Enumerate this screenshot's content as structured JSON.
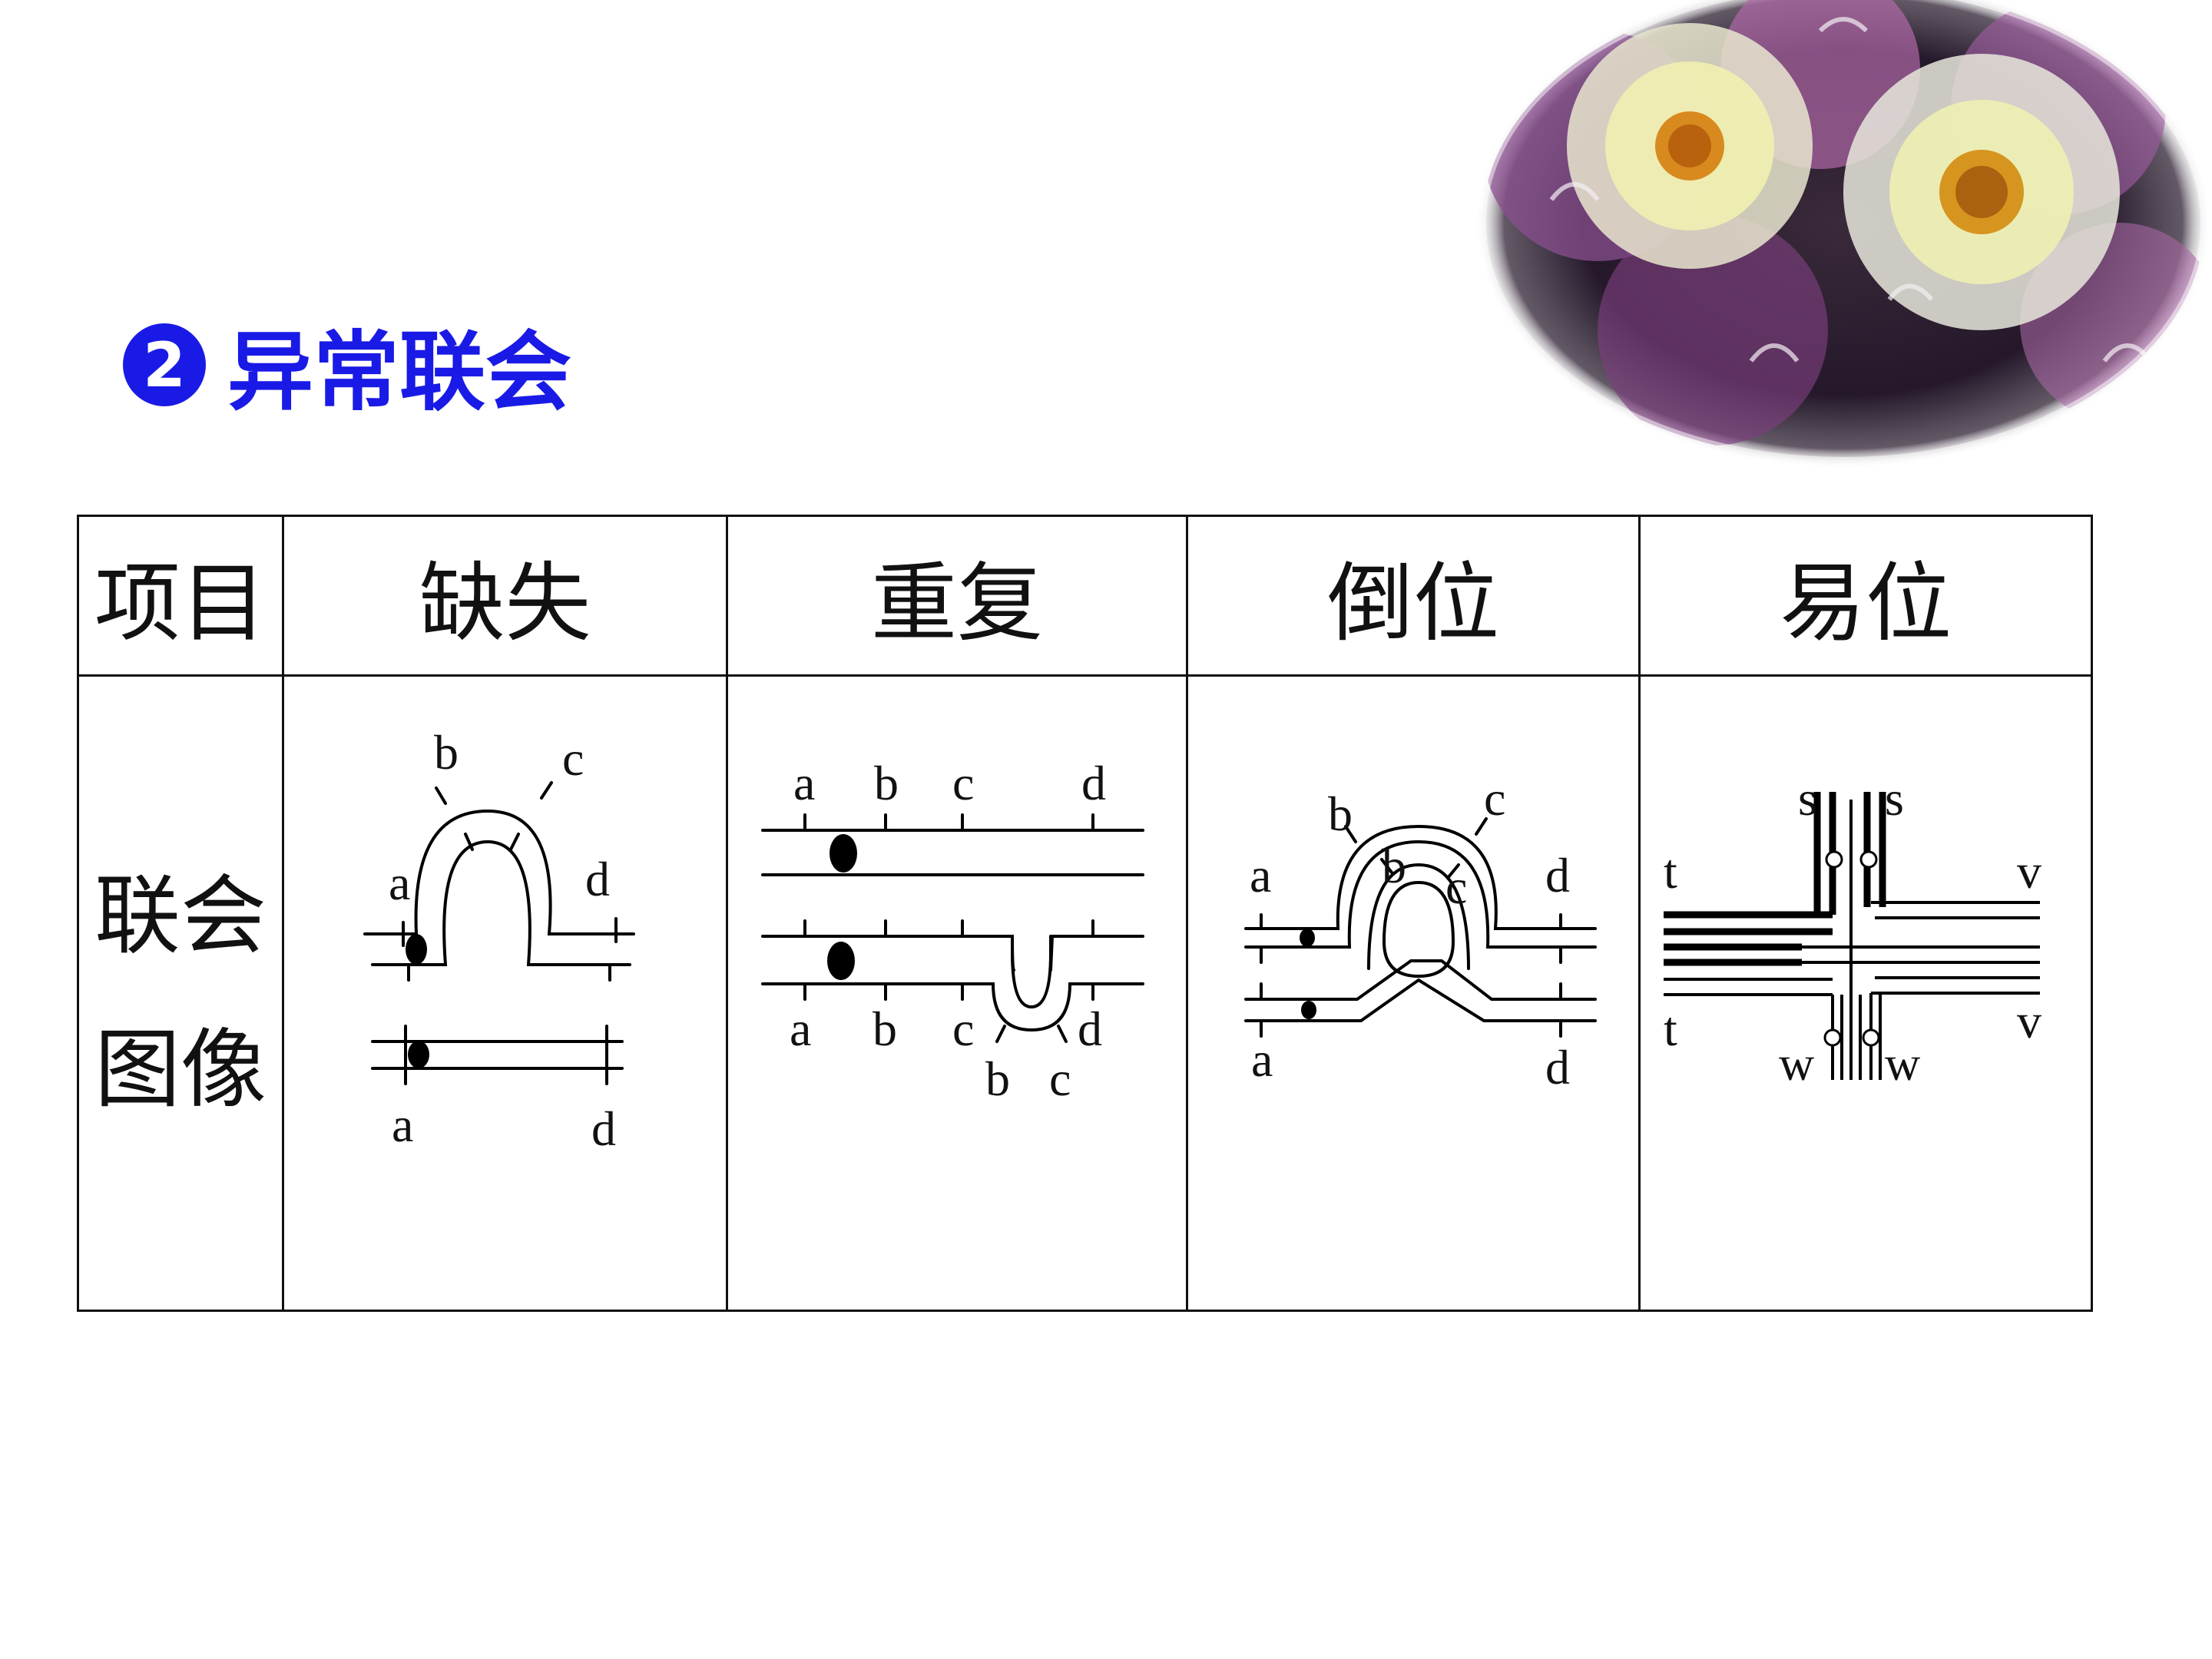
{
  "heading": {
    "number": "2",
    "text": "异常联会"
  },
  "table": {
    "header": [
      "项目",
      "缺失",
      "重复",
      "倒位",
      "易位"
    ],
    "row_label_line1": "联会",
    "row_label_line2": "图像"
  },
  "diagrams": {
    "deletion": {
      "labels": [
        "a",
        "b",
        "c",
        "d",
        "a",
        "d"
      ]
    },
    "duplication": {
      "labels": [
        "a",
        "b",
        "c",
        "d",
        "a",
        "b",
        "c",
        "d",
        "b",
        "c"
      ]
    },
    "inversion": {
      "labels": [
        "a",
        "b",
        "c",
        "b",
        "c",
        "d",
        "a",
        "d"
      ]
    },
    "translocation": {
      "labels": [
        "s",
        "s",
        "t",
        "v",
        "t",
        "v",
        "w",
        "w"
      ]
    }
  }
}
